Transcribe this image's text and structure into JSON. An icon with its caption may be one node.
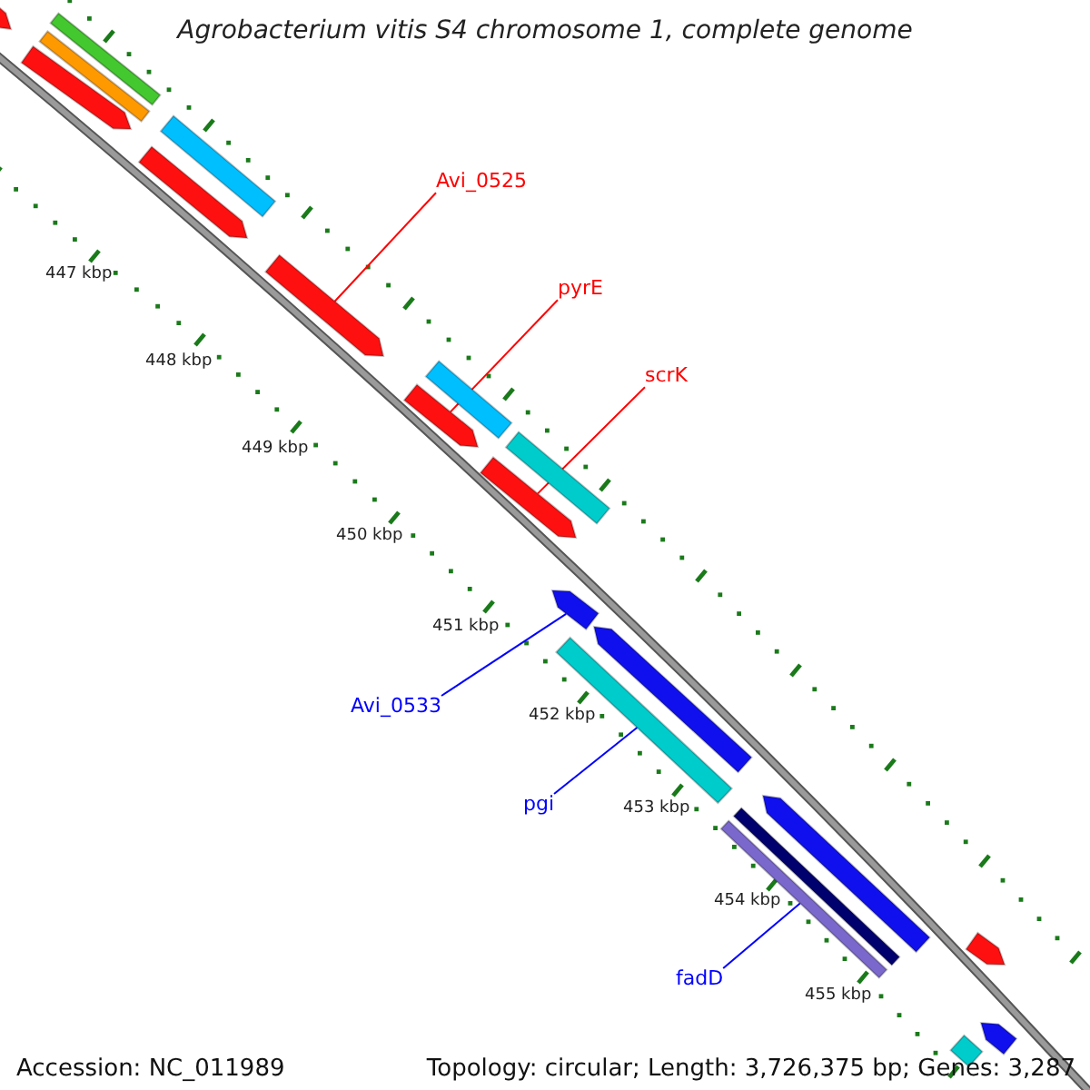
{
  "diagram": {
    "title": "Agrobacterium vitis S4 chromosome 1, complete genome",
    "nodes": [
      {
        "text": [],
        "shape": "bar"
      },
      {
        "text": [],
        "shape": "bar"
      },
      {
        "text": [],
        "shape": "bar"
      },
      {
        "text": [],
        "shape": "bar"
      },
      {
        "text": [],
        "shape": "bar"
      },
      {
        "text": [],
        "shape": "bar"
      },
      {
        "text": [
          "Avi_0525"
        ]
      },
      {
        "text": [],
        "shape": "bar"
      },
      {
        "text": [
          "pyrE"
        ]
      },
      {
        "text": [],
        "shape": "bar"
      },
      {
        "text": [],
        "shape": "bar"
      },
      {
        "text": [
          "scrK"
        ]
      },
      {
        "text": [],
        "shape": "bar"
      },
      {
        "text": [],
        "shape": "bar"
      },
      {
        "text": [],
        "shape": "bar"
      },
      {
        "text": [
          "Avi_0533"
        ]
      },
      {
        "text": [],
        "shape": "bar"
      },
      {
        "text": [],
        "shape": "bar"
      },
      {
        "text": [
          "pgi"
        ]
      },
      {
        "text": [],
        "shape": "bar"
      },
      {
        "text": [],
        "shape": "bar"
      },
      {
        "text": [],
        "shape": "bar"
      },
      {
        "text": [
          "fadD"
        ]
      },
      {
        "text": [],
        "shape": "bar"
      },
      {
        "text": [],
        "shape": "bar"
      },
      {
        "text": [],
        "shape": "bar"
      }
    ],
    "edges": [
      {
        "from": 6,
        "to": 7,
        "arrow": "none",
        "color": "#ff0000"
      },
      {
        "from": 8,
        "to": 10,
        "arrow": "none",
        "color": "#ff0000"
      },
      {
        "from": 11,
        "to": 13,
        "arrow": "none",
        "color": "#ff0000"
      },
      {
        "from": 15,
        "to": 14,
        "arrow": "none",
        "color": "#0000ff"
      },
      {
        "from": 18,
        "to": 17,
        "arrow": "none",
        "color": "#0000ff"
      },
      {
        "from": 22,
        "to": 21,
        "arrow": "none",
        "color": "#0000ff"
      }
    ],
    "labels": [
      "447 kbp",
      "448 kbp",
      "449 kbp",
      "450 kbp",
      "451 kbp",
      "452 kbp",
      "453 kbp",
      "454 kbp",
      "455 kbp",
      "Accession: NC_011989",
      "Topology: circular; Length: 3,726,375 bp; Genes: 3,287"
    ]
  }
}
